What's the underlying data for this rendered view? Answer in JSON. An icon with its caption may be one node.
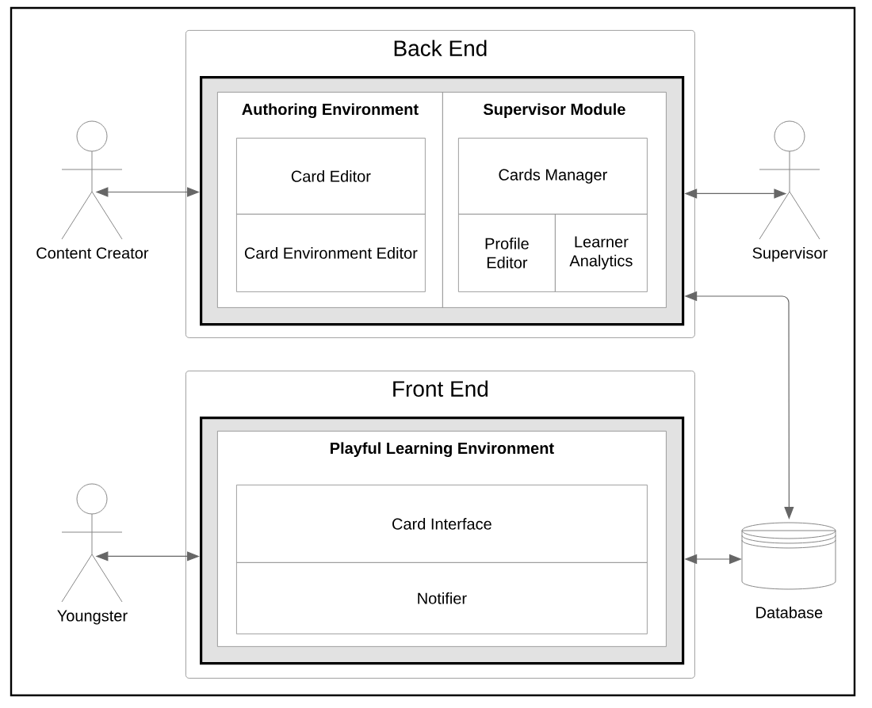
{
  "diagram": {
    "nodes": [
      {
        "text": [
          "Back End"
        ]
      },
      {
        "text": [],
        "shape": "box",
        "in": 0
      },
      {
        "text": [
          "Authoring Environment"
        ],
        "in": 1
      },
      {
        "text": [
          "Card Editor"
        ],
        "in": 2
      },
      {
        "text": [
          "Card Environment Editor"
        ],
        "in": 2
      },
      {
        "text": [
          "Supervisor Module"
        ],
        "in": 1
      },
      {
        "text": [
          "Cards Manager"
        ],
        "in": 5
      },
      {
        "text": [
          "Profile Editor"
        ],
        "in": 5
      },
      {
        "text": [
          "Learner Analytics"
        ],
        "in": 5
      },
      {
        "text": [
          "Front End"
        ]
      },
      {
        "text": [],
        "shape": "box",
        "in": 9
      },
      {
        "text": [
          "Playful Learning Environment"
        ],
        "in": 10
      },
      {
        "text": [
          "Card Interface"
        ],
        "in": 11
      },
      {
        "text": [
          "Notifier"
        ],
        "in": 11
      },
      {
        "text": [
          "Content Creator"
        ]
      },
      {
        "text": [
          "Supervisor"
        ]
      },
      {
        "text": [
          "Youngster"
        ]
      },
      {
        "text": [
          "Database"
        ]
      }
    ],
    "edges": [
      {
        "from": 14,
        "to": 1,
        "arrow": "both"
      },
      {
        "from": 15,
        "to": 1,
        "arrow": "both"
      },
      {
        "from": 1,
        "to": 17,
        "arrow": "both"
      },
      {
        "from": 16,
        "to": 10,
        "arrow": "both"
      },
      {
        "from": 17,
        "to": 10,
        "arrow": "both"
      }
    ]
  }
}
